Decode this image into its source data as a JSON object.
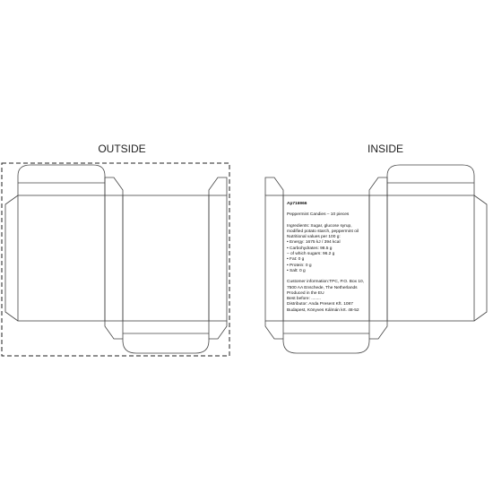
{
  "labels": {
    "outside": "OUTSIDE",
    "inside": "INSIDE"
  },
  "info": {
    "code": "Ap716966",
    "product": "Peppermint Candies – 10 pieces",
    "ingredients_1": "Ingredients: Sugar, glucose syrup,",
    "ingredients_2": "modified potato starch, peppermint oil",
    "nutrition_title": "Nutritional values per 100 g:",
    "energy": "• Energy: 1675 kJ / 394 kcal",
    "carbs": "• Carbohydrates: 98.5 g",
    "sugars": "– of which sugars: 96.2 g",
    "fat": "• Fat: 0 g",
    "protein": "• Protein: 0 g",
    "salt": "• Salt: 0 g",
    "customer_1": "Customer information:TPC, P.O. Box 10,",
    "customer_2": "7500 AA Enschede, The Netherlands",
    "produced": "Produced in the EU",
    "best_before": "Best before: ........",
    "distributor_1": "Distributor: Anda Present Kft. 1087",
    "distributor_2": "Budapest, Könyves Kálmán krt. 48-52"
  }
}
